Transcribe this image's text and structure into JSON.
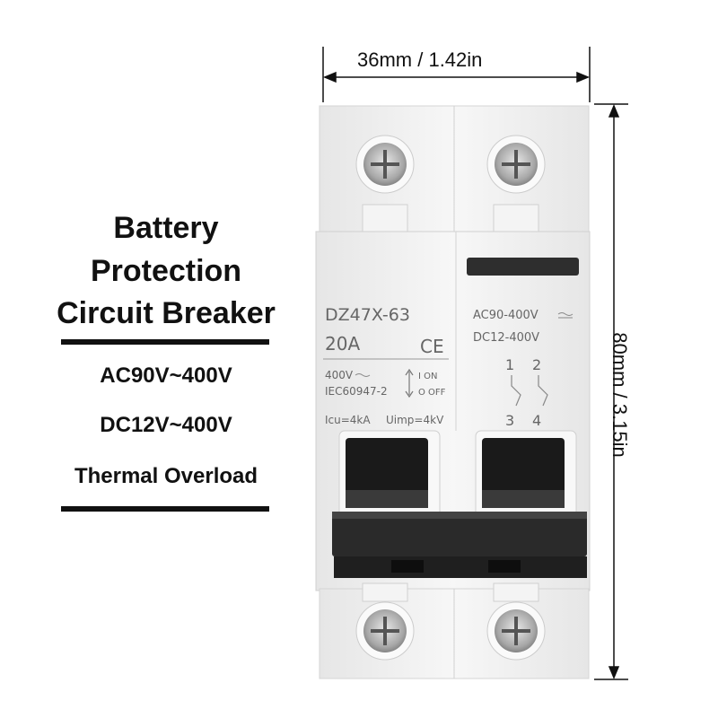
{
  "left_panel": {
    "title_lines": [
      "Battery",
      "Protection",
      "Circuit Breaker"
    ],
    "specs": [
      "AC90V~400V",
      "DC12V~400V",
      "Thermal Overload"
    ]
  },
  "dimensions": {
    "width_label": "36mm / 1.42in",
    "height_label": "80mm / 3.15in"
  },
  "breaker_label": {
    "model": "DZ47X-63",
    "rating": "20A",
    "ce_mark": "CE",
    "voltage": "400V",
    "standard": "IEC60947-2",
    "on_text": "I ON",
    "off_text": "O OFF",
    "icu": "Icu=4kA",
    "uimp": "Uimp=4kV",
    "ac_range": "AC90-400V",
    "dc_range": "DC12-400V",
    "terminal_top": "1",
    "terminal_top2": "2",
    "terminal_bottom": "3",
    "terminal_bottom2": "4"
  },
  "colors": {
    "housing": "#f2f2f2",
    "handle": "#1a1a1a",
    "text": "#111111"
  }
}
